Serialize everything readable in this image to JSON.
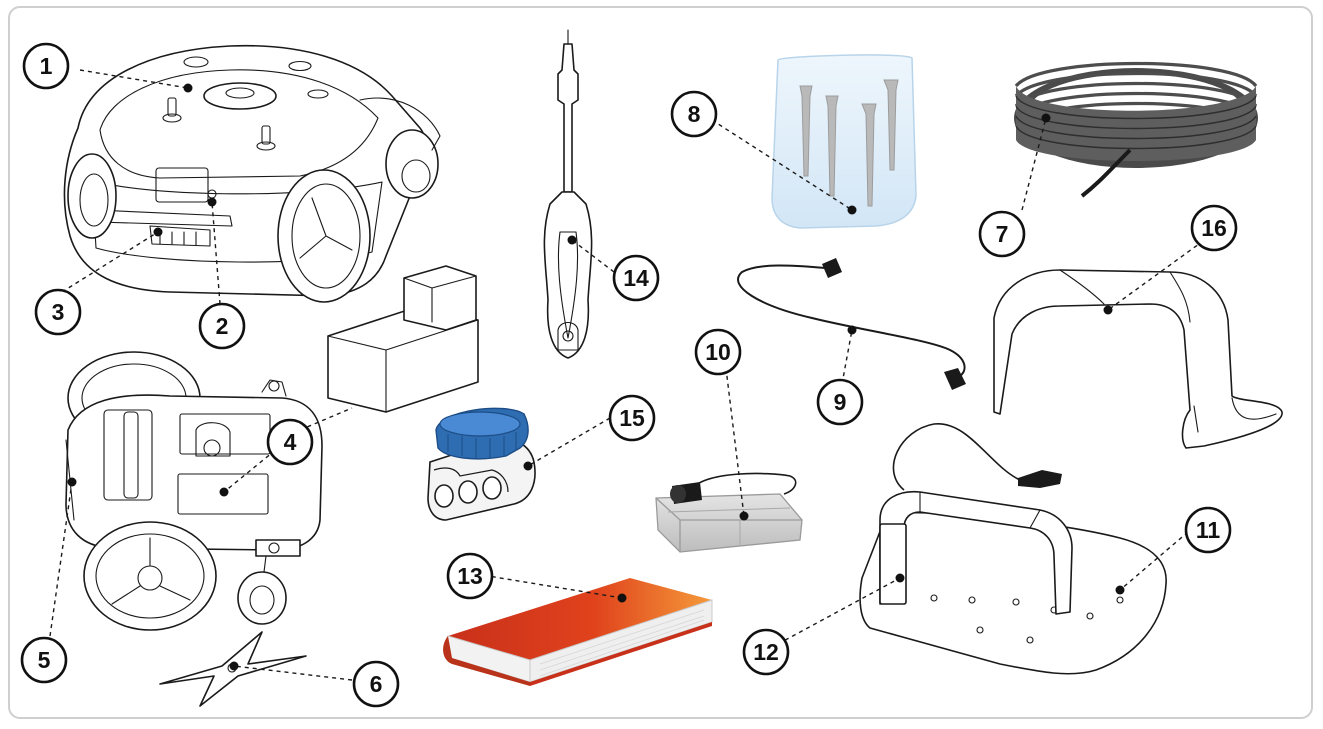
{
  "diagram": {
    "callouts": [
      {
        "id": "c1",
        "label": "1"
      },
      {
        "id": "c2",
        "label": "2"
      },
      {
        "id": "c3",
        "label": "3"
      },
      {
        "id": "c4",
        "label": "4"
      },
      {
        "id": "c5",
        "label": "5"
      },
      {
        "id": "c6",
        "label": "6"
      },
      {
        "id": "c7",
        "label": "7"
      },
      {
        "id": "c8",
        "label": "8"
      },
      {
        "id": "c9",
        "label": "9"
      },
      {
        "id": "c10",
        "label": "10"
      },
      {
        "id": "c11",
        "label": "11"
      },
      {
        "id": "c12",
        "label": "12"
      },
      {
        "id": "c13",
        "label": "13"
      },
      {
        "id": "c14",
        "label": "14"
      },
      {
        "id": "c15",
        "label": "15"
      },
      {
        "id": "c16",
        "label": "16"
      }
    ],
    "colors": {
      "line": "#1a1a1a",
      "frame": "#cfcfcf",
      "connector_blue": "#2f6db3",
      "manual_red": "#e0421c",
      "manual_orange": "#f07a2a",
      "cable_grey": "#5a5a5a",
      "pegs_bag": "#dcecf8",
      "battery_grey": "#cfcfcf"
    }
  }
}
